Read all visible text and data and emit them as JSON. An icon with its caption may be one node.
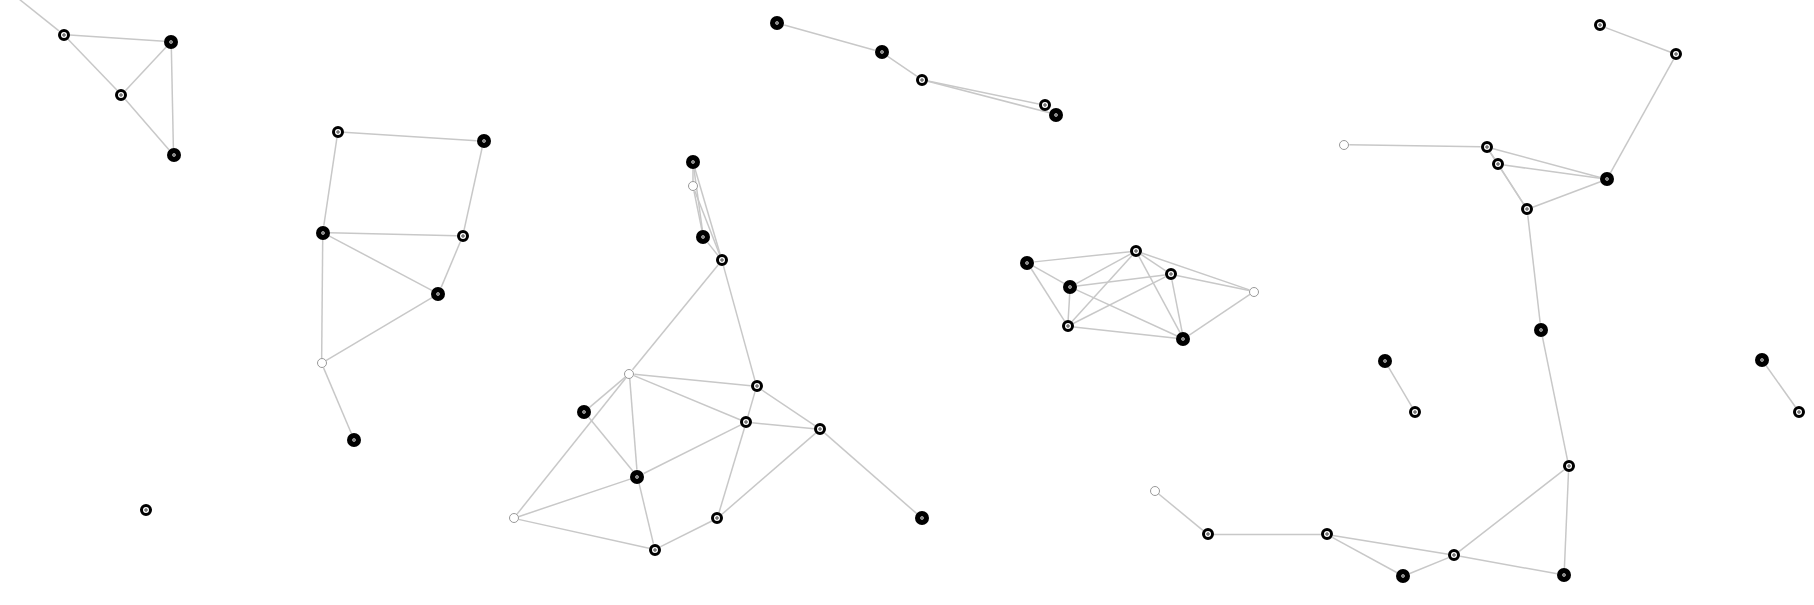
{
  "diagram": {
    "nodes": [
      {
        "text": [],
        "shape": "ring"
      },
      {
        "text": [],
        "shape": "ring"
      },
      {
        "text": [],
        "shape": "ring"
      },
      {
        "text": [],
        "shape": "dot"
      },
      {
        "text": [],
        "shape": "dot"
      },
      {
        "text": [],
        "shape": "circle"
      },
      {
        "text": [],
        "shape": "dot"
      },
      {
        "text": [],
        "shape": "ring"
      },
      {
        "text": [],
        "shape": "dot"
      },
      {
        "text": [],
        "shape": "dot"
      },
      {
        "text": [],
        "shape": "ring"
      },
      {
        "text": [],
        "shape": "dot"
      },
      {
        "text": [],
        "shape": "circle"
      },
      {
        "text": [],
        "shape": "dot"
      },
      {
        "text": [],
        "shape": "circle"
      },
      {
        "text": [],
        "shape": "dot"
      },
      {
        "text": [],
        "shape": "ring"
      },
      {
        "text": [],
        "shape": "dot"
      },
      {
        "text": [],
        "shape": "circle"
      },
      {
        "text": [],
        "shape": "dot"
      },
      {
        "text": [],
        "shape": "ring"
      },
      {
        "text": [],
        "shape": "ring"
      },
      {
        "text": [],
        "shape": "ring"
      },
      {
        "text": [],
        "shape": "ring"
      },
      {
        "text": [],
        "shape": "dot"
      },
      {
        "text": [],
        "shape": "ring"
      },
      {
        "text": [],
        "shape": "dot"
      },
      {
        "text": [],
        "shape": "ring"
      },
      {
        "text": [],
        "shape": "dot"
      },
      {
        "text": [],
        "shape": "dot"
      },
      {
        "text": [],
        "shape": "ring"
      },
      {
        "text": [],
        "shape": "dot"
      },
      {
        "text": [],
        "shape": "ring"
      },
      {
        "text": [],
        "shape": "dot"
      },
      {
        "text": [],
        "shape": "ring"
      },
      {
        "text": [],
        "shape": "circle"
      },
      {
        "text": [],
        "shape": "ring"
      },
      {
        "text": [],
        "shape": "dot"
      },
      {
        "text": [],
        "shape": "ring"
      },
      {
        "text": [],
        "shape": "circle"
      },
      {
        "text": [],
        "shape": "ring"
      },
      {
        "text": [],
        "shape": "circle"
      },
      {
        "text": [],
        "shape": "dot"
      },
      {
        "text": [],
        "shape": "dot"
      },
      {
        "text": [],
        "shape": "ring"
      },
      {
        "text": [],
        "shape": "ring"
      },
      {
        "text": [],
        "shape": "ring"
      },
      {
        "text": [],
        "shape": "ring"
      },
      {
        "text": [],
        "shape": "ring"
      },
      {
        "text": [],
        "shape": "dot"
      },
      {
        "text": [],
        "shape": "dot"
      },
      {
        "text": [],
        "shape": "ring"
      },
      {
        "text": [],
        "shape": "ring"
      },
      {
        "text": [],
        "shape": "dot"
      },
      {
        "text": [],
        "shape": "ring"
      },
      {
        "text": [],
        "shape": "dot"
      },
      {
        "text": [],
        "shape": "ring"
      }
    ],
    "edges": [
      {
        "from": null,
        "to": 0,
        "arrow": "none"
      },
      {
        "from": 0,
        "to": 3,
        "arrow": "none"
      },
      {
        "from": 0,
        "to": 1,
        "arrow": "none"
      },
      {
        "from": 1,
        "to": 3,
        "arrow": "none"
      },
      {
        "from": 3,
        "to": 4,
        "arrow": "none"
      },
      {
        "from": 1,
        "to": 4,
        "arrow": "none"
      },
      {
        "from": 7,
        "to": 11,
        "arrow": "none"
      },
      {
        "from": 7,
        "to": 6,
        "arrow": "none"
      },
      {
        "from": 11,
        "to": 10,
        "arrow": "none"
      },
      {
        "from": 6,
        "to": 10,
        "arrow": "none"
      },
      {
        "from": 6,
        "to": 9,
        "arrow": "none"
      },
      {
        "from": 10,
        "to": 9,
        "arrow": "none"
      },
      {
        "from": 6,
        "to": 5,
        "arrow": "none"
      },
      {
        "from": 9,
        "to": 5,
        "arrow": "none"
      },
      {
        "from": 5,
        "to": 8,
        "arrow": "none"
      },
      {
        "from": 17,
        "to": 18,
        "arrow": "none"
      },
      {
        "from": 17,
        "to": 19,
        "arrow": "none"
      },
      {
        "from": 17,
        "to": 21,
        "arrow": "none"
      },
      {
        "from": 18,
        "to": 19,
        "arrow": "none"
      },
      {
        "from": 18,
        "to": 21,
        "arrow": "none"
      },
      {
        "from": 19,
        "to": 21,
        "arrow": "none"
      },
      {
        "from": 21,
        "to": 14,
        "arrow": "none"
      },
      {
        "from": 21,
        "to": 23,
        "arrow": "none"
      },
      {
        "from": 14,
        "to": 23,
        "arrow": "none"
      },
      {
        "from": 14,
        "to": 13,
        "arrow": "none"
      },
      {
        "from": 14,
        "to": 22,
        "arrow": "none"
      },
      {
        "from": 14,
        "to": 15,
        "arrow": "none"
      },
      {
        "from": 14,
        "to": 12,
        "arrow": "none"
      },
      {
        "from": 23,
        "to": 22,
        "arrow": "none"
      },
      {
        "from": 23,
        "to": 25,
        "arrow": "none"
      },
      {
        "from": 13,
        "to": 15,
        "arrow": "none"
      },
      {
        "from": 22,
        "to": 25,
        "arrow": "none"
      },
      {
        "from": 22,
        "to": 15,
        "arrow": "none"
      },
      {
        "from": 22,
        "to": 20,
        "arrow": "none"
      },
      {
        "from": 25,
        "to": 20,
        "arrow": "none"
      },
      {
        "from": 25,
        "to": 28,
        "arrow": "none"
      },
      {
        "from": 15,
        "to": 12,
        "arrow": "none"
      },
      {
        "from": 15,
        "to": 16,
        "arrow": "none"
      },
      {
        "from": 12,
        "to": 16,
        "arrow": "none"
      },
      {
        "from": 20,
        "to": 16,
        "arrow": "none"
      },
      {
        "from": 24,
        "to": 26,
        "arrow": "none"
      },
      {
        "from": 26,
        "to": 27,
        "arrow": "none"
      },
      {
        "from": 27,
        "to": 30,
        "arrow": "none"
      },
      {
        "from": 27,
        "to": 31,
        "arrow": "none"
      },
      {
        "from": 29,
        "to": 34,
        "arrow": "none"
      },
      {
        "from": 29,
        "to": 33,
        "arrow": "none"
      },
      {
        "from": 29,
        "to": 32,
        "arrow": "none"
      },
      {
        "from": 34,
        "to": 33,
        "arrow": "none"
      },
      {
        "from": 34,
        "to": 36,
        "arrow": "none"
      },
      {
        "from": 34,
        "to": 39,
        "arrow": "none"
      },
      {
        "from": 34,
        "to": 32,
        "arrow": "none"
      },
      {
        "from": 34,
        "to": 37,
        "arrow": "none"
      },
      {
        "from": 33,
        "to": 36,
        "arrow": "none"
      },
      {
        "from": 33,
        "to": 32,
        "arrow": "none"
      },
      {
        "from": 33,
        "to": 37,
        "arrow": "none"
      },
      {
        "from": 36,
        "to": 39,
        "arrow": "none"
      },
      {
        "from": 36,
        "to": 32,
        "arrow": "none"
      },
      {
        "from": 36,
        "to": 37,
        "arrow": "none"
      },
      {
        "from": 39,
        "to": 37,
        "arrow": "none"
      },
      {
        "from": 32,
        "to": 37,
        "arrow": "none"
      },
      {
        "from": 52,
        "to": 54,
        "arrow": "none"
      },
      {
        "from": 54,
        "to": 53,
        "arrow": "none"
      },
      {
        "from": 41,
        "to": 46,
        "arrow": "none"
      },
      {
        "from": 46,
        "to": 47,
        "arrow": "none"
      },
      {
        "from": 46,
        "to": 53,
        "arrow": "none"
      },
      {
        "from": 46,
        "to": 48,
        "arrow": "none"
      },
      {
        "from": 47,
        "to": 53,
        "arrow": "none"
      },
      {
        "from": 47,
        "to": 48,
        "arrow": "none"
      },
      {
        "from": 53,
        "to": 48,
        "arrow": "none"
      },
      {
        "from": 48,
        "to": 49,
        "arrow": "none"
      },
      {
        "from": 49,
        "to": 51,
        "arrow": "none"
      },
      {
        "from": 51,
        "to": 45,
        "arrow": "none"
      },
      {
        "from": 51,
        "to": 50,
        "arrow": "none"
      },
      {
        "from": 45,
        "to": 50,
        "arrow": "none"
      },
      {
        "from": 45,
        "to": 43,
        "arrow": "none"
      },
      {
        "from": 45,
        "to": 40,
        "arrow": "none"
      },
      {
        "from": 40,
        "to": 43,
        "arrow": "none"
      },
      {
        "from": 40,
        "to": 38,
        "arrow": "none"
      },
      {
        "from": 38,
        "to": 35,
        "arrow": "none"
      },
      {
        "from": 42,
        "to": 44,
        "arrow": "none"
      },
      {
        "from": 55,
        "to": 56,
        "arrow": "none"
      }
    ]
  }
}
